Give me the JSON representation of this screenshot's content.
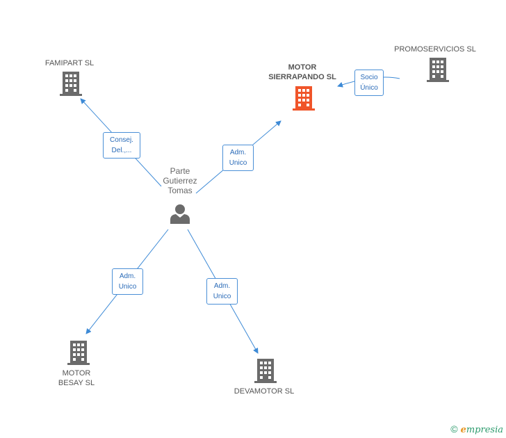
{
  "colors": {
    "edge": "#3d8ad6",
    "building": "#6b6b6b",
    "building_highlight": "#f0552a",
    "person": "#6b6b6b"
  },
  "person": {
    "name_line1": "Parte",
    "name_line2": "Gutierrez",
    "name_line3": "Tomas",
    "icon": "person-icon"
  },
  "companies": {
    "famipart": {
      "name": "FAMIPART SL",
      "icon": "building-icon"
    },
    "motor_sierrapando": {
      "name_line1": "MOTOR",
      "name_line2": "SIERRAPANDO SL",
      "icon": "building-icon"
    },
    "promoservicios": {
      "name": "PROMOSERVICIOS SL",
      "icon": "building-icon"
    },
    "motor_besay": {
      "name_line1": "MOTOR",
      "name_line2": "BESAY SL",
      "icon": "building-icon"
    },
    "devamotor": {
      "name": "DEVAMOTOR SL",
      "icon": "building-icon"
    }
  },
  "relations": {
    "famipart": {
      "line1": "Consej.",
      "line2": "Del.,..."
    },
    "sierrapando": {
      "line1": "Adm.",
      "line2": "Unico"
    },
    "promoservicios": {
      "line1": "Socio",
      "line2": "Único"
    },
    "besay": {
      "line1": "Adm.",
      "line2": "Unico"
    },
    "devamotor": {
      "line1": "Adm.",
      "line2": "Unico"
    }
  },
  "footer": {
    "copyright": "©",
    "brand_initial": "e",
    "brand_rest": "mpresia"
  }
}
